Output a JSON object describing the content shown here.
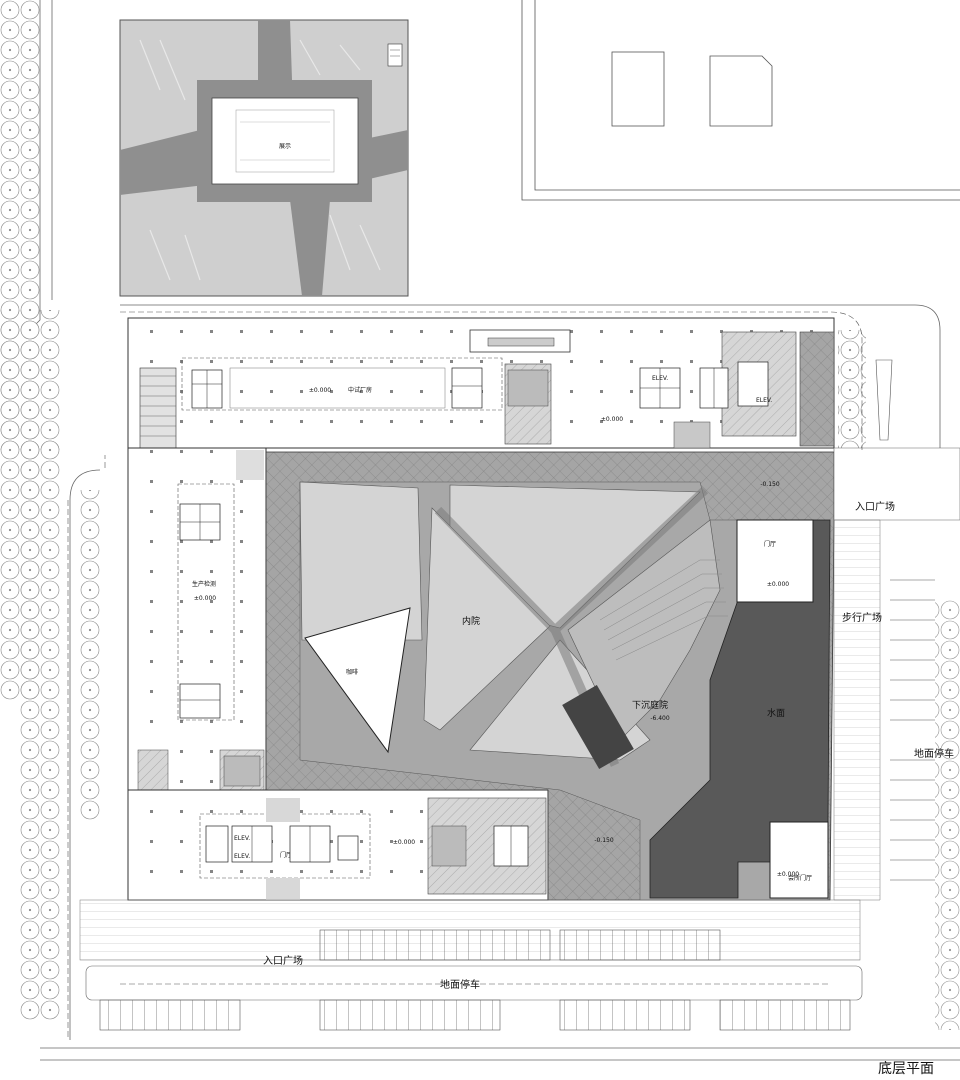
{
  "drawing_title": "底层平面",
  "labels": {
    "exhibit": "展示",
    "trial_workshop": "中试厂房",
    "production_testing": "生产检测",
    "inner_courtyard": "内院",
    "cafe": "咖啡",
    "sunken_courtyard": "下沉庭院",
    "water_surface": "水面",
    "pedestrian_plaza": "步行广场",
    "entrance_plaza_east": "入口广场",
    "entrance_plaza_south": "入口广场",
    "surface_parking_east": "地面停车",
    "surface_parking_south": "地面停车",
    "lobby_north": "门厅",
    "lobby_south": "门厅",
    "club_lobby": "会所门厅"
  },
  "elevations": {
    "e_workshop": "±0.000",
    "e_north_core": "±0.000",
    "e_west": "±0.000",
    "e_south": "±0.000",
    "e_lobby": "±0.000",
    "e_club": "±0.000",
    "e_sunken": "-6.400",
    "e_deck_ne": "-0.150",
    "e_deck_s": "-0.150"
  },
  "core_tags": {
    "elev_a": "ELEV.",
    "elev_b": "ELEV.",
    "elev_c": "ELEV.",
    "elev_d": "ELEV."
  },
  "colors": {
    "water": "#595959",
    "courtyard": "#c6c6c6",
    "paving": "#9e9e9e",
    "light_zone": "#dcdcdc",
    "building": "#ffffff",
    "line": "#333333"
  }
}
